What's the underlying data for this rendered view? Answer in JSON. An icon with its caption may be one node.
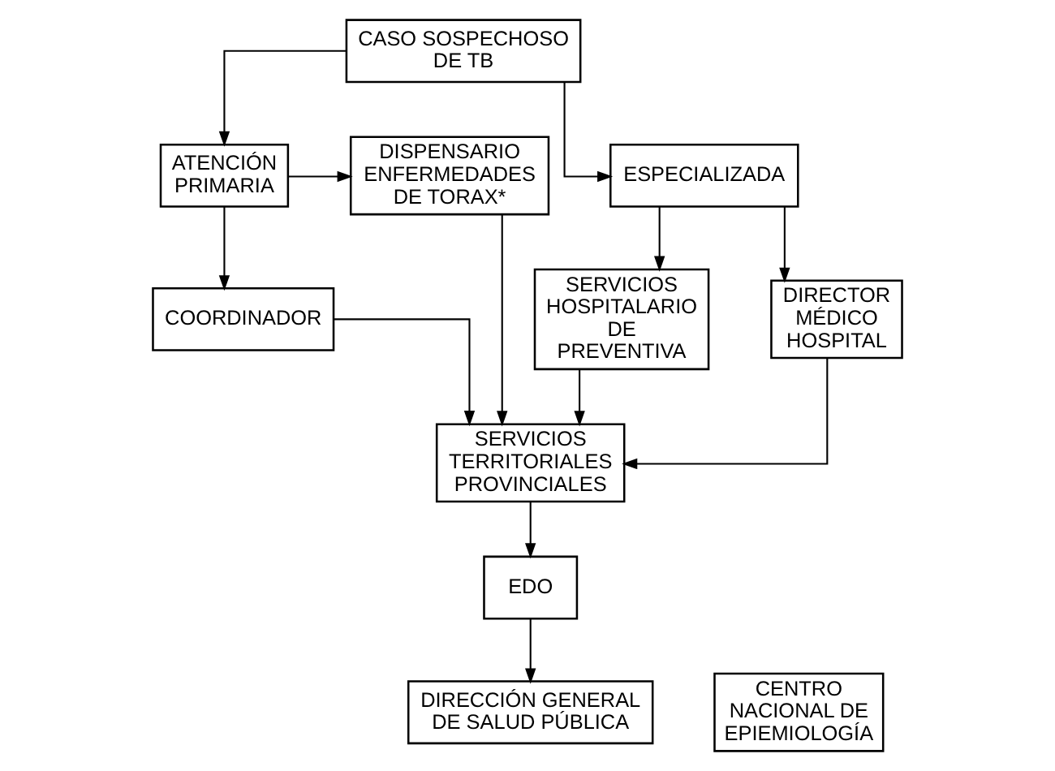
{
  "diagram": {
    "nodes": [
      {
        "text": [
          "CASO SOSPECHOSO DE TB"
        ]
      },
      {
        "text": [
          "ATENCIÓN PRIMARIA"
        ]
      },
      {
        "text": [
          "DISPENSARIO ENFERMEDADES DE TORAX*"
        ]
      },
      {
        "text": [
          "ESPECIALIZADA"
        ]
      },
      {
        "text": [
          "COORDINADOR"
        ]
      },
      {
        "text": [
          "SERVICIOS HOSPITALARIO DE PREVENTIVA"
        ]
      },
      {
        "text": [
          "DIRECTOR MÉDICO HOSPITAL"
        ]
      },
      {
        "text": [
          "SERVICIOS TERRITORIALES PROVINCIALES"
        ]
      },
      {
        "text": [
          "EDO"
        ]
      },
      {
        "text": [
          "DIRECCIÓN GENERAL DE SALUD PÚBLICA"
        ]
      },
      {
        "text": [
          "CENTRO NACIONAL DE EPIEMIOLOGÍA"
        ]
      }
    ],
    "edges": [
      {
        "from": 0,
        "to": 1,
        "arrow": "to"
      },
      {
        "from": 0,
        "to": 3,
        "arrow": "to"
      },
      {
        "from": 1,
        "to": 2,
        "arrow": "to"
      },
      {
        "from": 1,
        "to": 4,
        "arrow": "to"
      },
      {
        "from": 3,
        "to": 5,
        "arrow": "to"
      },
      {
        "from": 3,
        "to": 6,
        "arrow": "to"
      },
      {
        "from": 4,
        "to": 7,
        "arrow": "to"
      },
      {
        "from": 2,
        "to": 7,
        "arrow": "to"
      },
      {
        "from": 5,
        "to": 7,
        "arrow": "to"
      },
      {
        "from": 6,
        "to": 7,
        "arrow": "to"
      },
      {
        "from": 7,
        "to": 8,
        "arrow": "to"
      },
      {
        "from": 8,
        "to": 9,
        "arrow": "to"
      }
    ]
  }
}
